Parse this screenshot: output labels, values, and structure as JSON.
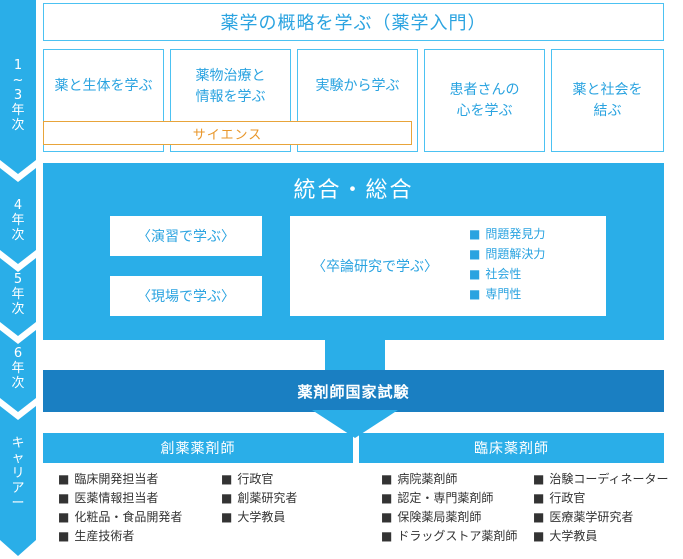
{
  "colors": {
    "light_blue": "#2aaee8",
    "outline_blue": "#4cc2f2",
    "dark_blue": "#1a7fc2",
    "orange": "#e8962a"
  },
  "years": {
    "y1_3": [
      "1",
      "~",
      "3",
      "年",
      "次"
    ],
    "y4": [
      "4",
      "年",
      "次"
    ],
    "y5": [
      "5",
      "年",
      "次"
    ],
    "y6": [
      "6",
      "年",
      "次"
    ],
    "career": [
      "キ",
      "ャ",
      "リ",
      "ア",
      "ー"
    ]
  },
  "intro": {
    "title": "薬学の概略を学ぶ（薬学入門）"
  },
  "subjects": [
    {
      "lines": [
        "薬と生体を学ぶ"
      ]
    },
    {
      "lines": [
        "薬物治療と",
        "情報を学ぶ"
      ]
    },
    {
      "lines": [
        "実験から学ぶ"
      ]
    },
    {
      "lines": [
        "患者さんの",
        "心を学ぶ"
      ]
    },
    {
      "lines": [
        "薬と社会を",
        "結ぶ"
      ]
    }
  ],
  "science": "サイエンス",
  "integration": {
    "title": "統合・総合",
    "practice": "〈演習で学ぶ〉",
    "field": "〈現場で学ぶ〉",
    "thesis": "〈卒論研究で学ぶ〉",
    "skills": [
      "問題発見力",
      "問題解決力",
      "社会性",
      "専門性"
    ]
  },
  "exam": "薬剤師国家試験",
  "careers": {
    "drug_discovery": {
      "title": "創薬薬剤師",
      "col1": [
        "臨床開発担当者",
        "医薬情報担当者",
        "化粧品・食品開発者",
        "生産技術者"
      ],
      "col2": [
        "行政官",
        "創薬研究者",
        "大学教員"
      ]
    },
    "clinical": {
      "title": "臨床薬剤師",
      "col1": [
        "病院薬剤師",
        "認定・専門薬剤師",
        "保険薬局薬剤師",
        "ドラッグストア薬剤師"
      ],
      "col2": [
        "治験コーディネーター",
        "行政官",
        "医療薬学研究者",
        "大学教員"
      ]
    }
  }
}
